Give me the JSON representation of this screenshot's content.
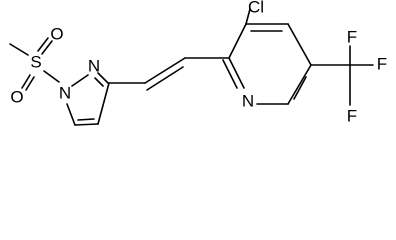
{
  "molecule": {
    "atoms": {
      "chlorine": "Cl",
      "pyridine_nitrogen": "N",
      "fluorine_1": "F",
      "fluorine_2": "F",
      "fluorine_3": "F",
      "sulfur": "S",
      "oxygen_1": "O",
      "oxygen_2": "O",
      "pyrazole_n1": "N",
      "pyrazole_n2": "N"
    }
  },
  "colors": {
    "bond": "#000000",
    "label": "#000000",
    "background": "#ffffff"
  }
}
